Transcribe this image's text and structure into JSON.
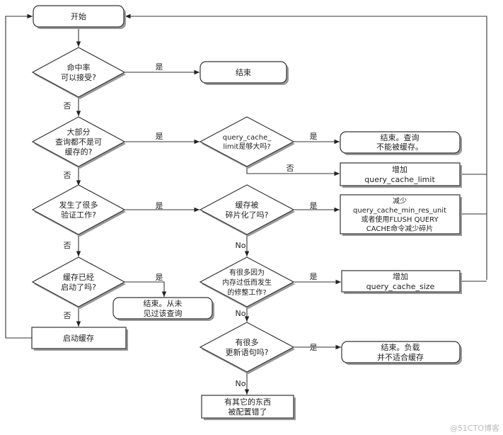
{
  "nodes": {
    "start": {
      "lines": [
        "开始"
      ]
    },
    "hit_rate": {
      "lines": [
        "命中率",
        "可以接受?"
      ]
    },
    "end_ok": {
      "lines": [
        "结束"
      ]
    },
    "mostly_uncacheable": {
      "lines": [
        "大部分",
        "查询都不是可",
        "缓存的?"
      ]
    },
    "limit_large": {
      "lines": [
        "query_cache_",
        "limit是够大吗?"
      ]
    },
    "end_uncacheable": {
      "lines": [
        "结束。查询",
        "不能被缓存。"
      ]
    },
    "increase_limit": {
      "lines": [
        "增加",
        "query_cache_limit"
      ]
    },
    "invalidation": {
      "lines": [
        "发生了很多",
        "验证工作?"
      ]
    },
    "fragmented": {
      "lines": [
        "缓存被",
        "碎片化了吗?"
      ]
    },
    "reduce_min_res": {
      "lines": [
        "减少",
        "query_cache_min_res_unit",
        "或者使用FLUSH QUERY",
        "CACHE命令减少碎片"
      ]
    },
    "cache_started": {
      "lines": [
        "缓存已经",
        "启动了吗?"
      ]
    },
    "end_never_seen": {
      "lines": [
        "结束。从未",
        "见过该查询"
      ]
    },
    "start_cache": {
      "lines": [
        "启动缓存"
      ]
    },
    "low_memory_prunes": {
      "lines": [
        "有很多因为",
        "内存过低而发生",
        "的修整工作?"
      ]
    },
    "increase_size": {
      "lines": [
        "增加",
        "query_cache_size"
      ]
    },
    "many_updates": {
      "lines": [
        "有很多",
        "更新语句吗?"
      ]
    },
    "end_workload": {
      "lines": [
        "结束。负载",
        "并不适合缓存"
      ]
    },
    "misconfigured": {
      "lines": [
        "有其它的东西",
        "被配置错了"
      ]
    }
  },
  "edge_labels": {
    "yes": "是",
    "no": "否",
    "no_en": "No"
  },
  "watermark": "@51CTO博客"
}
